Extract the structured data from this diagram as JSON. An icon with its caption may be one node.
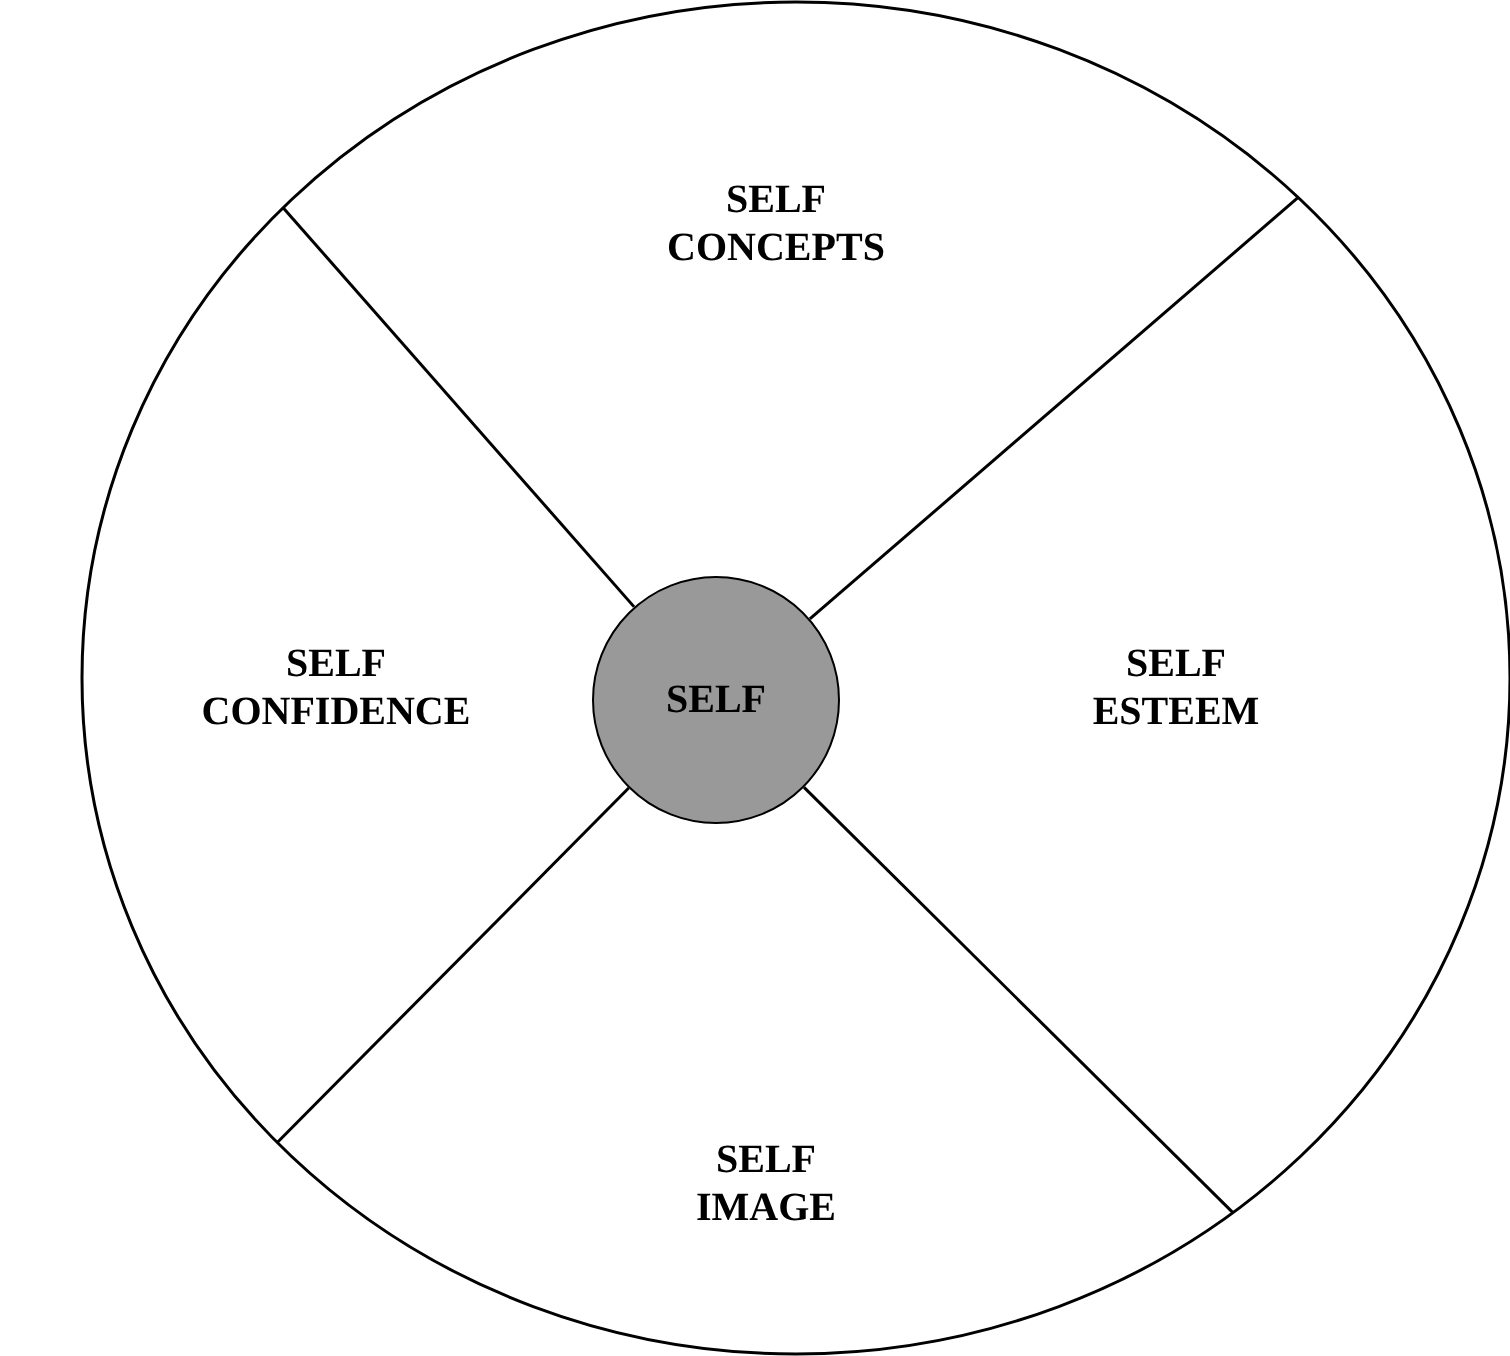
{
  "diagram": {
    "nodes": [
      {
        "text": [],
        "shape": "circle"
      },
      {
        "text": [
          "SELF CONCEPTS"
        ],
        "in": 0
      },
      {
        "text": [
          "SELF CONFIDENCE"
        ],
        "in": 0
      },
      {
        "text": [
          "SELF"
        ],
        "in": 0
      },
      {
        "text": [
          "SELF ESTEEM"
        ],
        "in": 0
      },
      {
        "text": [
          "SELF IMAGE"
        ],
        "in": 0
      }
    ],
    "edges": []
  }
}
